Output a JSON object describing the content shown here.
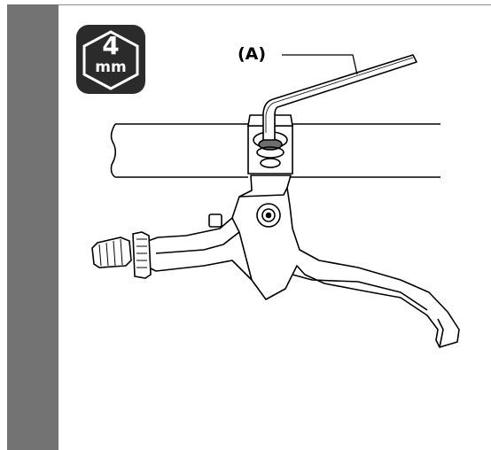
{
  "badge": {
    "number": "4",
    "unit": "mm",
    "icon": "hex-key-size-icon"
  },
  "callout": {
    "label": "(A)"
  },
  "colors": {
    "side_bar": "#737373",
    "badge_fill": "#2b2b2b",
    "line": "#000000",
    "lever_fill": "#ffffff"
  }
}
